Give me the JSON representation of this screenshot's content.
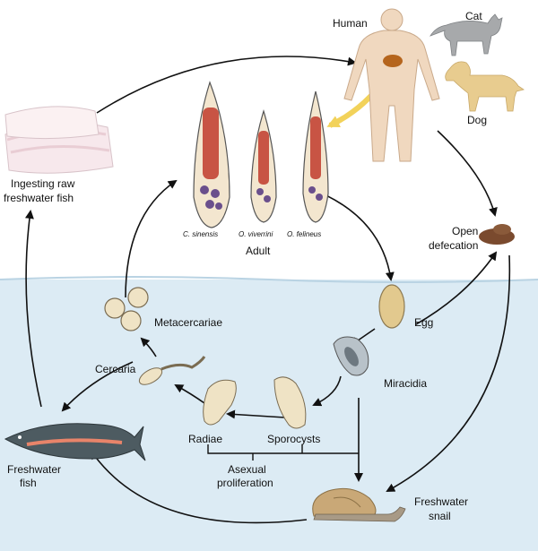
{
  "labels": {
    "human": "Human",
    "cat": "Cat",
    "dog": "Dog",
    "ingesting_line1": "Ingesting raw",
    "ingesting_line2": "freshwater fish",
    "adult": "Adult",
    "species": [
      "C. sinensis",
      "O. viverrini",
      "O. felineus"
    ],
    "open_defecation_line1": "Open",
    "open_defecation_line2": "defecation",
    "egg": "Egg",
    "metacercariae": "Metacercariae",
    "cercaria": "Cercaria",
    "miracidia": "Miracidia",
    "radiae": "Radiae",
    "sporocysts": "Sporocysts",
    "asexual_line1": "Asexual",
    "asexual_line2": "proliferation",
    "freshwater_fish_line1": "Freshwater",
    "freshwater_fish_line2": "fish",
    "freshwater_snail_line1": "Freshwater",
    "freshwater_snail_line2": "snail"
  },
  "colors": {
    "water": "#dcebf4",
    "skin": "#f0d8bf",
    "worm_body": "#f3e6cf",
    "worm_organ": "#c0392b",
    "worm_gonad": "#6a4f8c",
    "liver": "#b5651d",
    "yellow_arrow": "#f2d25a",
    "fish": "#4d5b61",
    "fish_stripe": "#e8846a",
    "snail_shell": "#c9a877",
    "larva": "#efe3c5",
    "feces": "#7a4a2e"
  }
}
